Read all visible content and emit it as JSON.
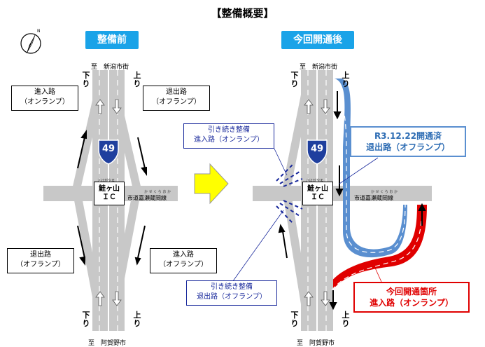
{
  "title": "【整備概要】",
  "before": {
    "label": "整備前",
    "to_north": "至　新潟市街",
    "to_south": "至　阿賀野市",
    "up": "上り",
    "down": "下り",
    "boxes": {
      "top_left": [
        "進入路",
        "（オンランプ）"
      ],
      "top_right": [
        "退出路",
        "（オフランプ）"
      ],
      "bottom_left": [
        "退出路",
        "（オフランプ）"
      ],
      "bottom_right": [
        "進入路",
        "（オフランプ）"
      ]
    }
  },
  "after": {
    "label": "今回開通後",
    "to_north": "至　新潟市街",
    "to_south": "至　阿賀野市",
    "up": "上り",
    "down": "下り",
    "box_blue_top": [
      "引き続き整備",
      "進入路（オンランプ）"
    ],
    "box_blue_bottom": [
      "引き続き整備",
      "退出路（オフランプ）"
    ],
    "box_opened": [
      "R3.12.22開通済",
      "退出路（オフランプ）"
    ],
    "box_new": [
      "今回開通箇所",
      "進入路（オンランプ）"
    ]
  },
  "route_shield": "49",
  "interchange": [
    "鮭ヶ山",
    "ＩＣ"
  ],
  "cross_road": "市道嘉瀬蔵岡線",
  "cross_road_ruby": "か せ く ら お か",
  "ic_ruby": "さけがやま",
  "colors": {
    "road": "#c8c8c8",
    "pill": "#1aa3e8",
    "opened_ramp": "#5a8fd0",
    "new_ramp": "#e00000",
    "planned": "#1a2a9c",
    "arrow_fill": "#ffff00",
    "shield": "#1f3f9e"
  }
}
